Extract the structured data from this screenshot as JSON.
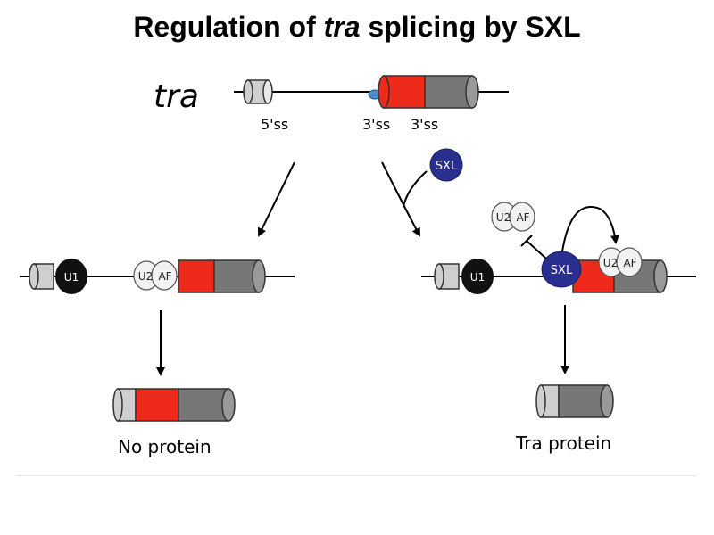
{
  "title": {
    "prefix": "Regulation of ",
    "gene": "tra",
    "suffix": " splicing by SXL"
  },
  "gene_label": "tra",
  "sites": {
    "five_ss": "5'ss",
    "three_ss_1": "3'ss",
    "three_ss_2": "3'ss"
  },
  "factors": {
    "sxl": "SXL",
    "u1": "U1",
    "u2": "U2",
    "af": "AF"
  },
  "outcomes": {
    "left": "No protein",
    "right": "Tra protein"
  },
  "colors": {
    "exon_red": "#ee2a1a",
    "exon_grey": "#777777",
    "exon_light": "#cfcfcf",
    "sxl_blue": "#2a2f8f",
    "branch_dot": "#4a8fd0",
    "u1_black": "#111111"
  }
}
